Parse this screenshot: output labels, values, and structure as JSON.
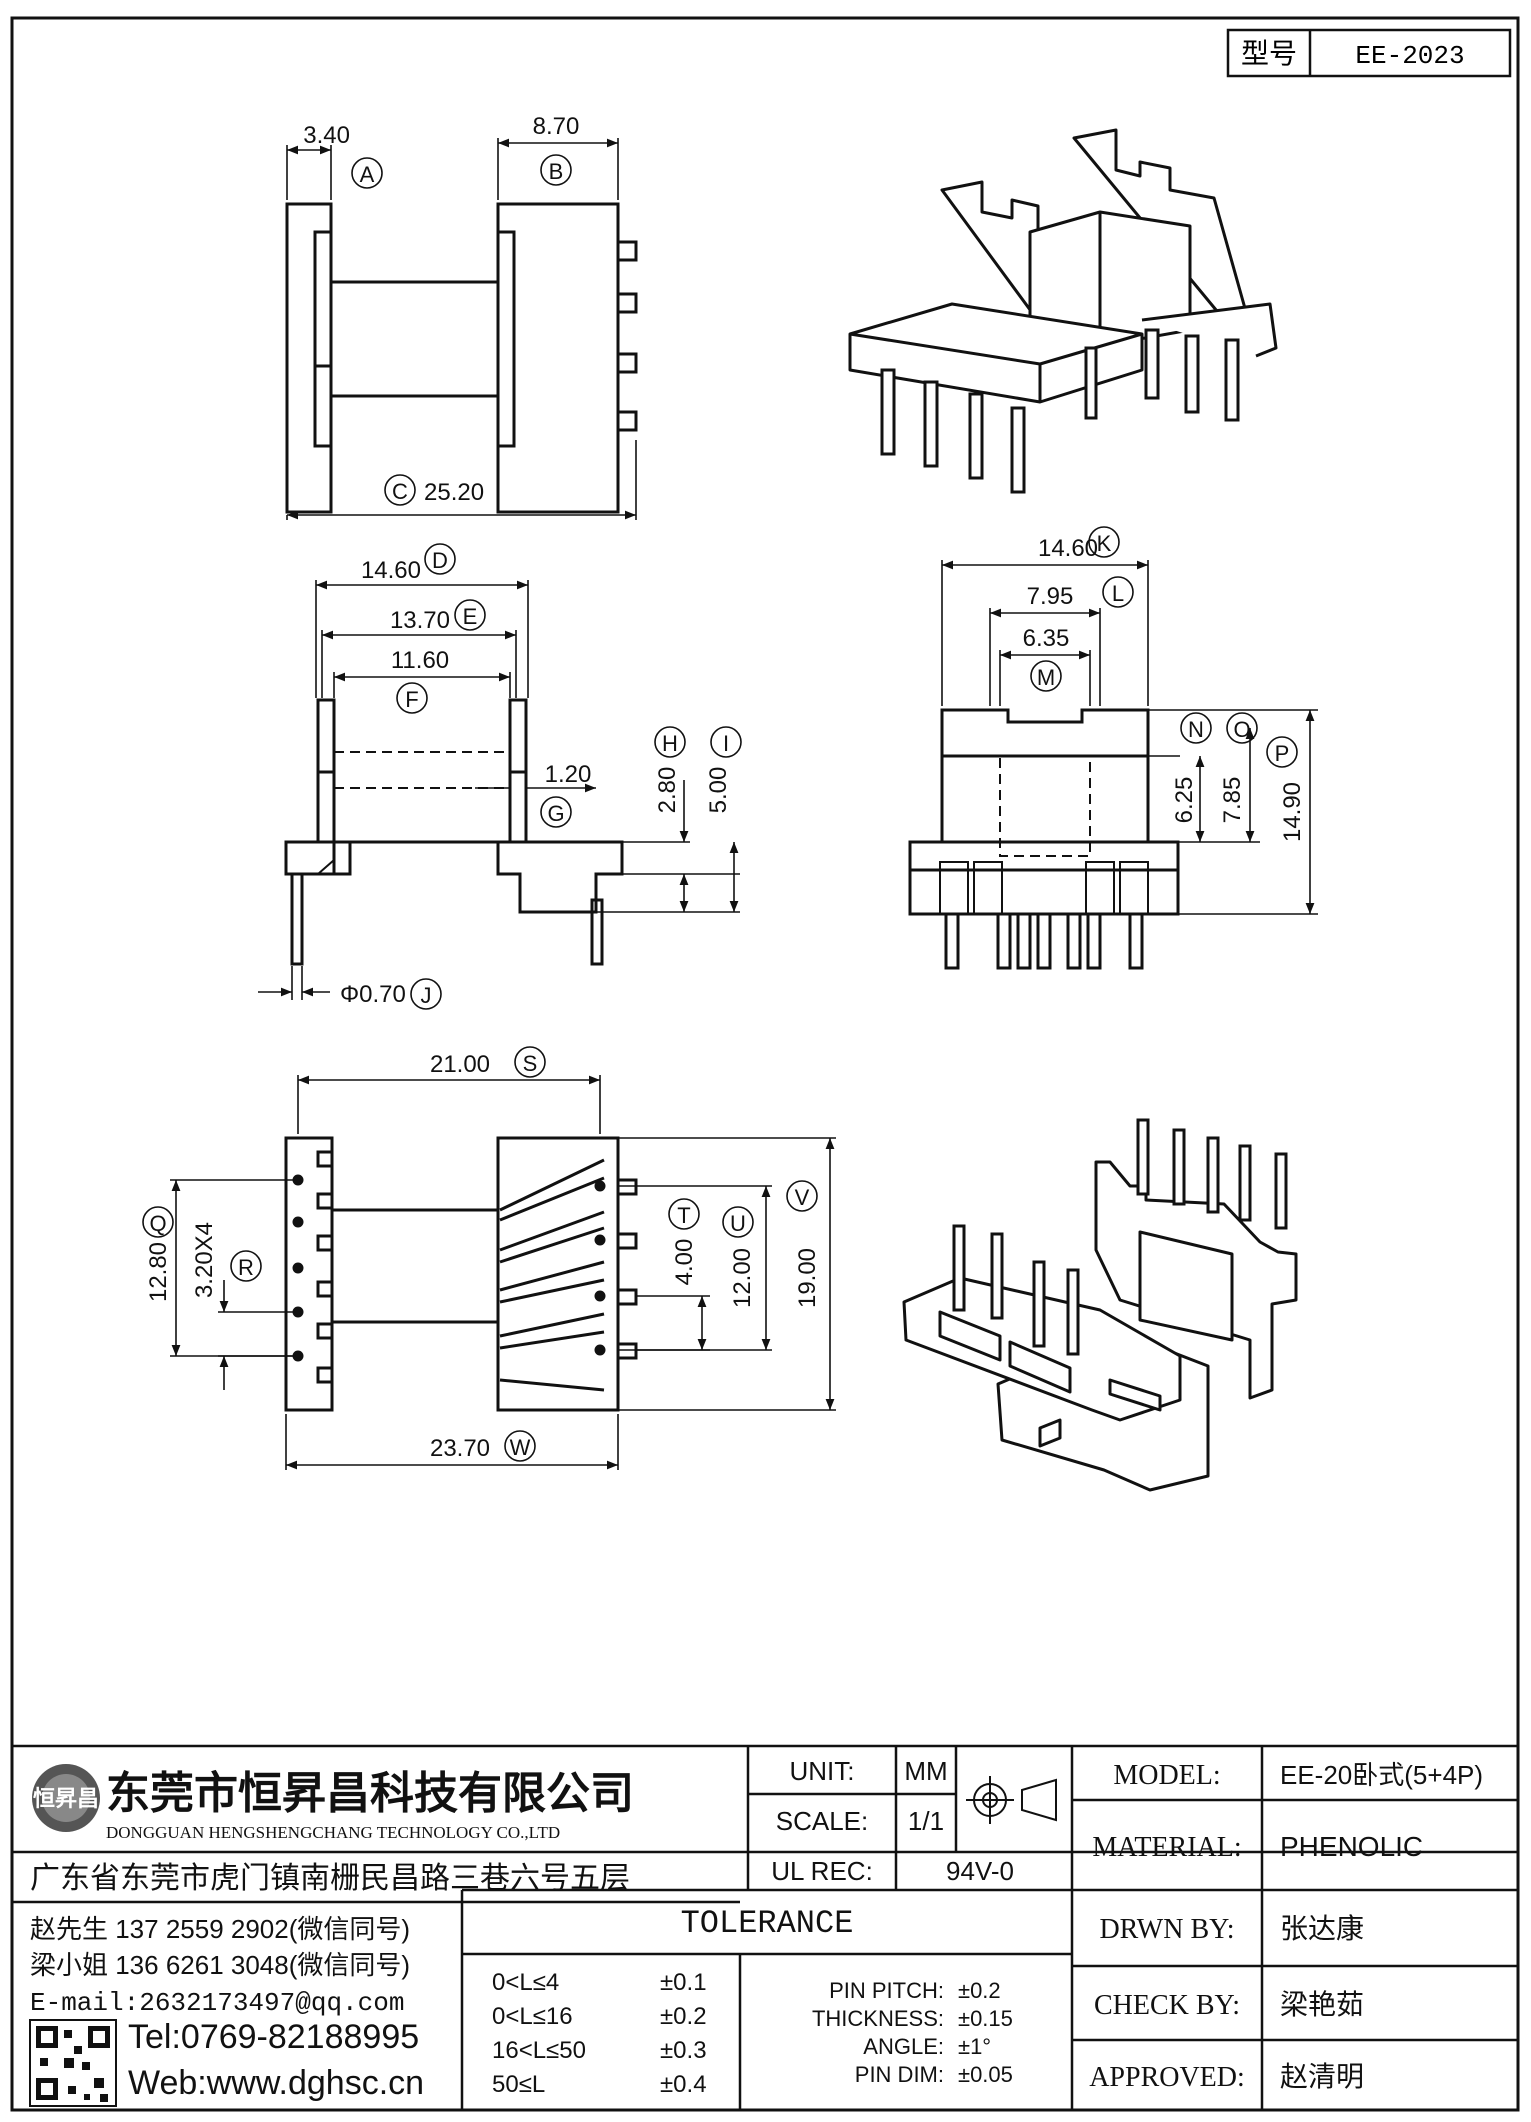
{
  "header": {
    "model_label": "型号",
    "model_value": "EE-2023"
  },
  "dims": {
    "A": {
      "tag": "A",
      "value": "3.40"
    },
    "B": {
      "tag": "B",
      "value": "8.70"
    },
    "C": {
      "tag": "C",
      "value": "25.20"
    },
    "D": {
      "tag": "D",
      "value": "14.60"
    },
    "E": {
      "tag": "E",
      "value": "13.70"
    },
    "F": {
      "tag": "F",
      "value": "11.60"
    },
    "G": {
      "tag": "G",
      "value": "1.20"
    },
    "H": {
      "tag": "H",
      "value": "2.80"
    },
    "I": {
      "tag": "I",
      "value": "5.00"
    },
    "J": {
      "tag": "J",
      "value": "Φ0.70"
    },
    "K": {
      "tag": "K",
      "value": "14.60"
    },
    "L": {
      "tag": "L",
      "value": "7.95"
    },
    "M": {
      "tag": "M",
      "value": "6.35"
    },
    "N": {
      "tag": "N",
      "value": "6.25"
    },
    "O": {
      "tag": "O",
      "value": "7.85"
    },
    "P": {
      "tag": "P",
      "value": "14.90"
    },
    "Q": {
      "tag": "Q",
      "value": "12.80"
    },
    "R": {
      "tag": "R",
      "value": "3.20X4"
    },
    "S": {
      "tag": "S",
      "value": "21.00"
    },
    "T": {
      "tag": "T",
      "value": "4.00"
    },
    "U": {
      "tag": "U",
      "value": "12.00"
    },
    "V": {
      "tag": "V",
      "value": "19.00"
    },
    "W": {
      "tag": "W",
      "value": "23.70"
    }
  },
  "company": {
    "logo_text": "恒昇昌",
    "name_cn": "东莞市恒昇昌科技有限公司",
    "name_en": "DONGGUAN HENGSHENGCHANG TECHNOLOGY CO.,LTD",
    "address": "广东省东莞市虎门镇南栅民昌路三巷六号五层",
    "contact1": "赵先生 137 2559 2902(微信同号)",
    "contact2": "梁小姐 136 6261 3048(微信同号)",
    "email": "E-mail:2632173497@qq.com",
    "tel": "Tel:0769-82188995",
    "web": "Web:www.dghsc.cn"
  },
  "spec": {
    "unit_label": "UNIT:",
    "unit_value": "MM",
    "scale_label": "SCALE:",
    "scale_value": "1/1",
    "ulrec_label": "UL REC:",
    "ulrec_value": "94V-0",
    "tolerance_title": "TOLERANCE",
    "tol_rows": [
      {
        "range": "0<L≤4",
        "tol": "±0.1"
      },
      {
        "range": "0<L≤16",
        "tol": "±0.2"
      },
      {
        "range": "16<L≤50",
        "tol": "±0.3"
      },
      {
        "range": "50≤L",
        "tol": "±0.4"
      }
    ],
    "pin_rows": [
      {
        "label": "PIN PITCH:",
        "tol": "±0.2"
      },
      {
        "label": "THICKNESS:",
        "tol": "±0.15"
      },
      {
        "label": "ANGLE:",
        "tol": "±1°"
      },
      {
        "label": "PIN DIM:",
        "tol": "±0.05"
      }
    ]
  },
  "titleblock": {
    "model_label": "MODEL:",
    "model_value": "EE-20卧式(5+4P)",
    "material_label": "MATERIAL:",
    "material_value": "PHENOLIC",
    "drwn_label": "DRWN BY:",
    "drwn_value": "张达康",
    "check_label": "CHECK BY:",
    "check_value": "梁艳茹",
    "approved_label": "APPROVED:",
    "approved_value": "赵清明"
  }
}
